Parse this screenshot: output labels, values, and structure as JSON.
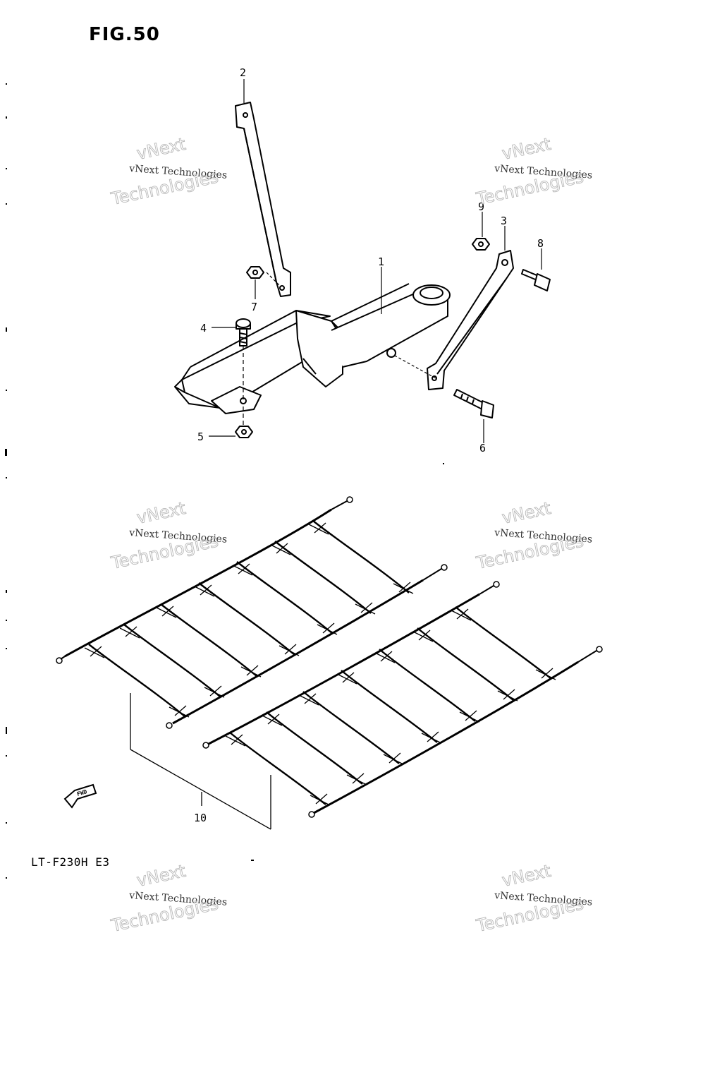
{
  "figure": {
    "title": "FIG.50",
    "model_code": "LT-F230H E3",
    "fwd_label": "FWD"
  },
  "callouts": [
    "1",
    "2",
    "3",
    "4",
    "5",
    "6",
    "7",
    "8",
    "9",
    "10"
  ],
  "watermark": {
    "company": "vNext Technologies",
    "word_top": "vNext",
    "word_bottom": "Technologies"
  }
}
